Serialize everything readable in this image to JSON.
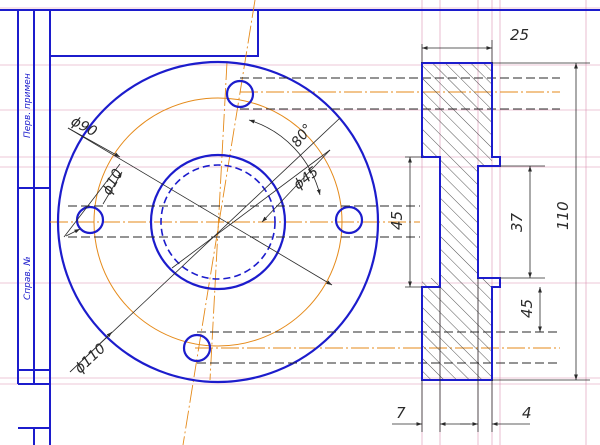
{
  "colors": {
    "outline": "#1c1ccc",
    "dimension": "#2a2a2a",
    "centerline": "#e58a1a",
    "construction": "#d98fb0",
    "background": "#ffffff"
  },
  "stamp": {
    "first_use": "Перв. примен",
    "reference_no": "Справ. №"
  },
  "dimensions": {
    "width_25": "25",
    "d90": "ϕ90",
    "d10": "ϕ10",
    "angle_80": "80°",
    "d45": "ϕ45",
    "d110": "ϕ110",
    "h45_left": "45",
    "h37": "37",
    "h110": "110",
    "h45_right": "45",
    "w7": "7",
    "w4": "4"
  }
}
